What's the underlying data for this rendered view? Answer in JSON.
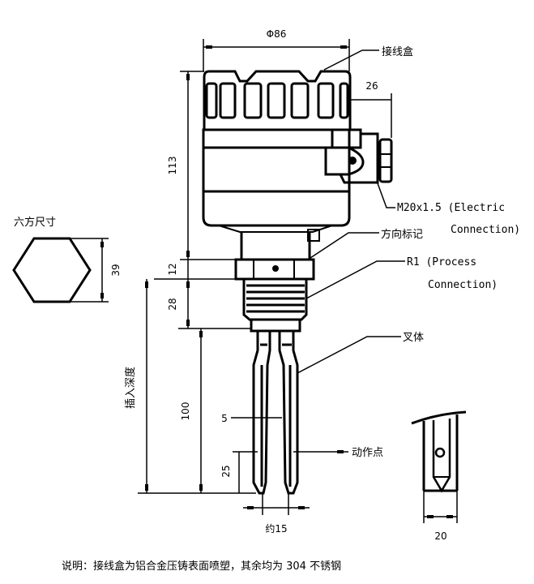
{
  "diagram": {
    "title": "Tuning fork level switch outline drawing",
    "stroke_color": "#000000",
    "background": "#ffffff"
  },
  "labels": {
    "junction_box": "接线盒",
    "electric_conn_1": "M20x1.5 (Electric",
    "electric_conn_2": "Connection)",
    "direction_mark": "方向标记",
    "process_conn_1": "R1 (Process",
    "process_conn_2": "Connection)",
    "fork_body": "叉体",
    "action_point": "动作点",
    "hex_size": "六方尺寸",
    "insertion_depth": "插入深度"
  },
  "dimensions": {
    "diameter": "Φ86",
    "side_offset": "26",
    "housing_height": "113",
    "hex_height": "12",
    "thread_length": "28",
    "fork_length": "100",
    "fork_thickness": "5",
    "action_height": "25",
    "fork_gap": "约15",
    "hex_across_flats": "39",
    "side_view_width": "20"
  },
  "note": "说明：接线盒为铝合金压铸表面喷塑，其余均为 304 不锈钢"
}
